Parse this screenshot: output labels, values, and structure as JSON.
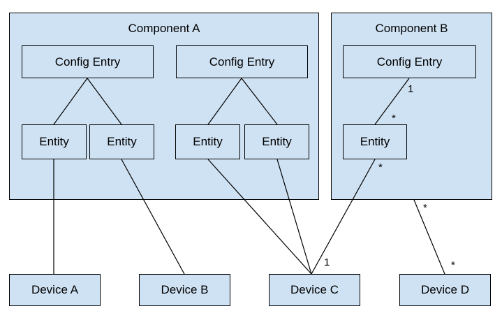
{
  "colors": {
    "box_fill": "#cfe2f3",
    "stroke": "#000000",
    "background": "#ffffff"
  },
  "components": {
    "a": {
      "title": "Component A"
    },
    "b": {
      "title": "Component B"
    }
  },
  "config_entries": {
    "a1": "Config Entry",
    "a2": "Config Entry",
    "b1": "Config Entry"
  },
  "entities": {
    "a1": "Entity",
    "a2": "Entity",
    "a3": "Entity",
    "a4": "Entity",
    "b1": "Entity"
  },
  "devices": {
    "a": "Device A",
    "b": "Device B",
    "c": "Device C",
    "d": "Device D"
  },
  "multiplicities": {
    "config_b_to_entity_one": "1",
    "config_b_to_entity_many": "*",
    "entity_b_to_device_c_many": "*",
    "device_c_one": "1",
    "component_b_to_device_d_many": "*",
    "device_d_many": "*"
  }
}
